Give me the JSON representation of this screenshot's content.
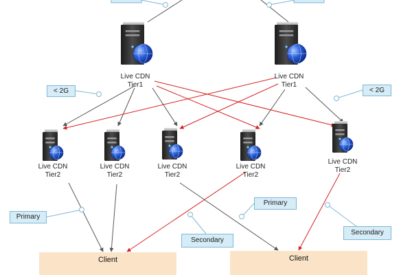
{
  "tier1_nodes": [
    {
      "id": "t1-left",
      "label_line1": "Live CDN",
      "label_line2": "Tier1"
    },
    {
      "id": "t1-right",
      "label_line1": "Live CDN",
      "label_line2": "Tier1"
    }
  ],
  "tier2_nodes": [
    {
      "id": "t2-1",
      "label_line1": "Live CDN",
      "label_line2": "Tier2"
    },
    {
      "id": "t2-2",
      "label_line1": "Live CDN",
      "label_line2": "Tier2"
    },
    {
      "id": "t2-3",
      "label_line1": "Live CDN",
      "label_line2": "Tier2"
    },
    {
      "id": "t2-4",
      "label_line1": "Live CDN",
      "label_line2": "Tier2"
    },
    {
      "id": "t2-5",
      "label_line1": "Live CDN",
      "label_line2": "Tier2"
    }
  ],
  "callouts": {
    "bandwidth_left": "< 2G",
    "bandwidth_right": "< 2G",
    "primary_left": "Primary",
    "primary_right": "Primary",
    "secondary_left": "Secondary",
    "secondary_right": "Secondary"
  },
  "clients": {
    "left_label": "Client",
    "right_label": "Client"
  },
  "colors": {
    "primary_link": "#555555",
    "secondary_link": "#d42020",
    "callout_fill": "#d6ecf7",
    "callout_border": "#7cb7d6",
    "client_fill": "#fbe3c8"
  }
}
